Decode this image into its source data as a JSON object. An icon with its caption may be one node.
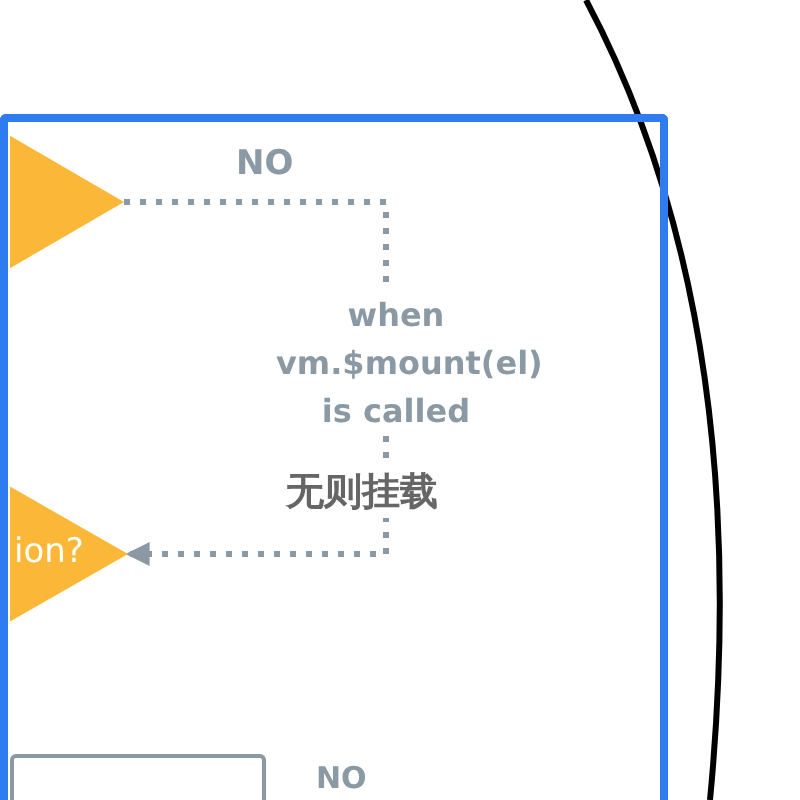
{
  "diagram": {
    "nodes": [
      {
        "text": [],
        "shape": "box"
      },
      {
        "text": [],
        "shape": "diamond",
        "in": 0
      },
      {
        "text": [
          "ion?"
        ],
        "in": 0
      },
      {
        "text": [],
        "shape": "box",
        "in": 0
      }
    ],
    "edges": [
      {
        "from": 1,
        "to": 2,
        "arrow": "to",
        "label": "when vm.$mount(el) is called",
        "style": "dashed"
      }
    ],
    "labels": [
      "NO",
      "无则挂载",
      "NO"
    ]
  }
}
